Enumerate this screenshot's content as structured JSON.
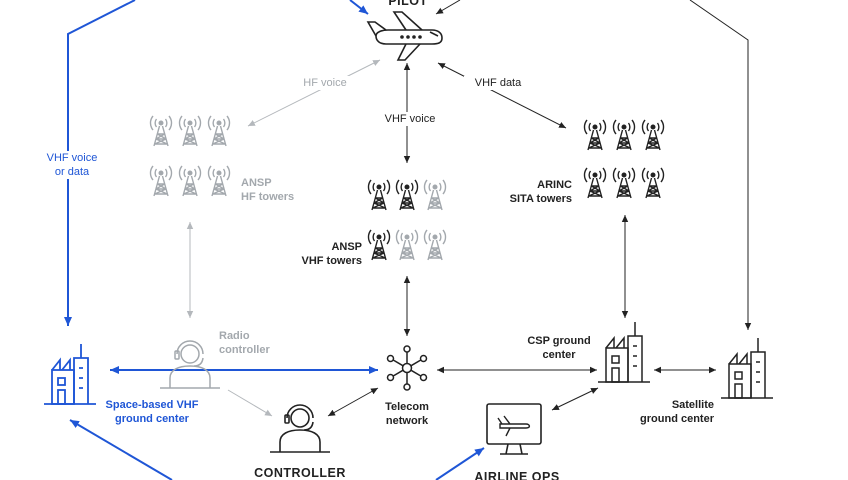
{
  "colors": {
    "dark": "#222222",
    "grey": "#a3a8ad",
    "blue": "#1f56d6"
  },
  "nodes": {
    "pilot": "PILOT",
    "controller": "CONTROLLER",
    "airline_ops": "AIRLINE OPS",
    "radio_controller": "Radio\ncontroller",
    "telecom_network": "Telecom\nnetwork",
    "csp_ground_center": "CSP ground\ncenter",
    "satellite_ground_center": "Satellite\nground center",
    "space_vhf_ground_center": "Space-based VHF\nground center",
    "ansp_hf_towers": "ANSP\nHF towers",
    "ansp_vhf_towers": "ANSP\nVHF towers",
    "arinc_sita_towers": "ARINC\nSITA towers"
  },
  "links": {
    "hf_voice": "HF voice",
    "vhf_voice": "VHF voice",
    "vhf_data": "VHF data",
    "vhf_voice_or_data": "VHF voice\nor data"
  },
  "icons": [
    "airplane-icon",
    "radio-tower-icon",
    "person-headset-icon",
    "network-hub-icon",
    "building-icon",
    "monitor-airplane-icon"
  ]
}
